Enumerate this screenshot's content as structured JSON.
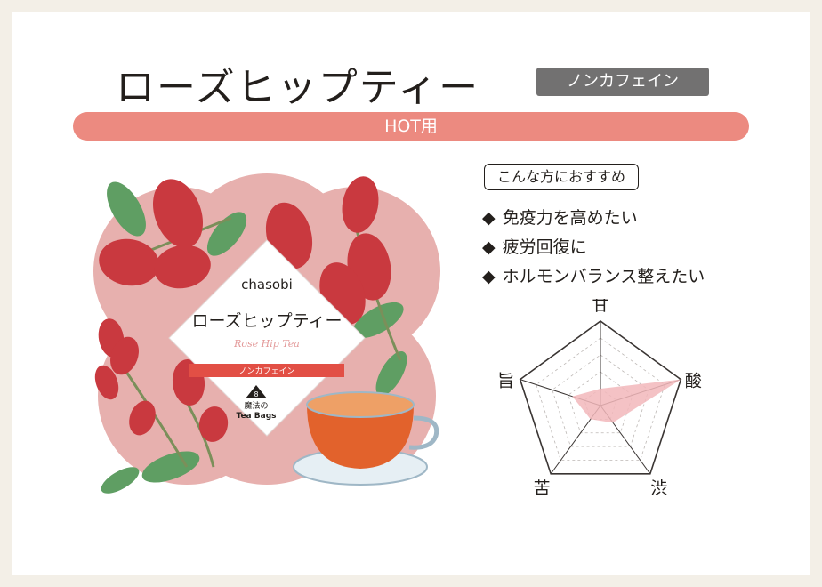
{
  "title": "ローズヒップティー",
  "badge": "ノンカフェイン",
  "hot_label": "HOT用",
  "package": {
    "brand": "chasobi",
    "product_name": "ローズヒップティー",
    "subtitle": "Rose Hip Tea",
    "caffeine_label": "ノンカフェイン",
    "bag_count": "8",
    "bag_label_jp": "魔法の",
    "bag_label_en": "Tea Bags"
  },
  "recommend": {
    "heading": "こんな方におすすめ",
    "items": [
      "免疫力を高めたい",
      "疲労回復に",
      "ホルモンバランス整えたい"
    ]
  },
  "taste_chart": {
    "axes": [
      "甘",
      "酸",
      "渋",
      "苦",
      "旨"
    ],
    "values": [
      0.2,
      1.0,
      0.25,
      0.2,
      0.35
    ],
    "max": 1.0,
    "fill_color": "#f2b7bb",
    "levels": 5
  },
  "colors": {
    "background": "#f3efe7",
    "accent": "#ec8a80",
    "badge": "#727171",
    "blob": "#e7b0ae",
    "berry": "#c9393f",
    "leaf": "#5f9e63"
  }
}
